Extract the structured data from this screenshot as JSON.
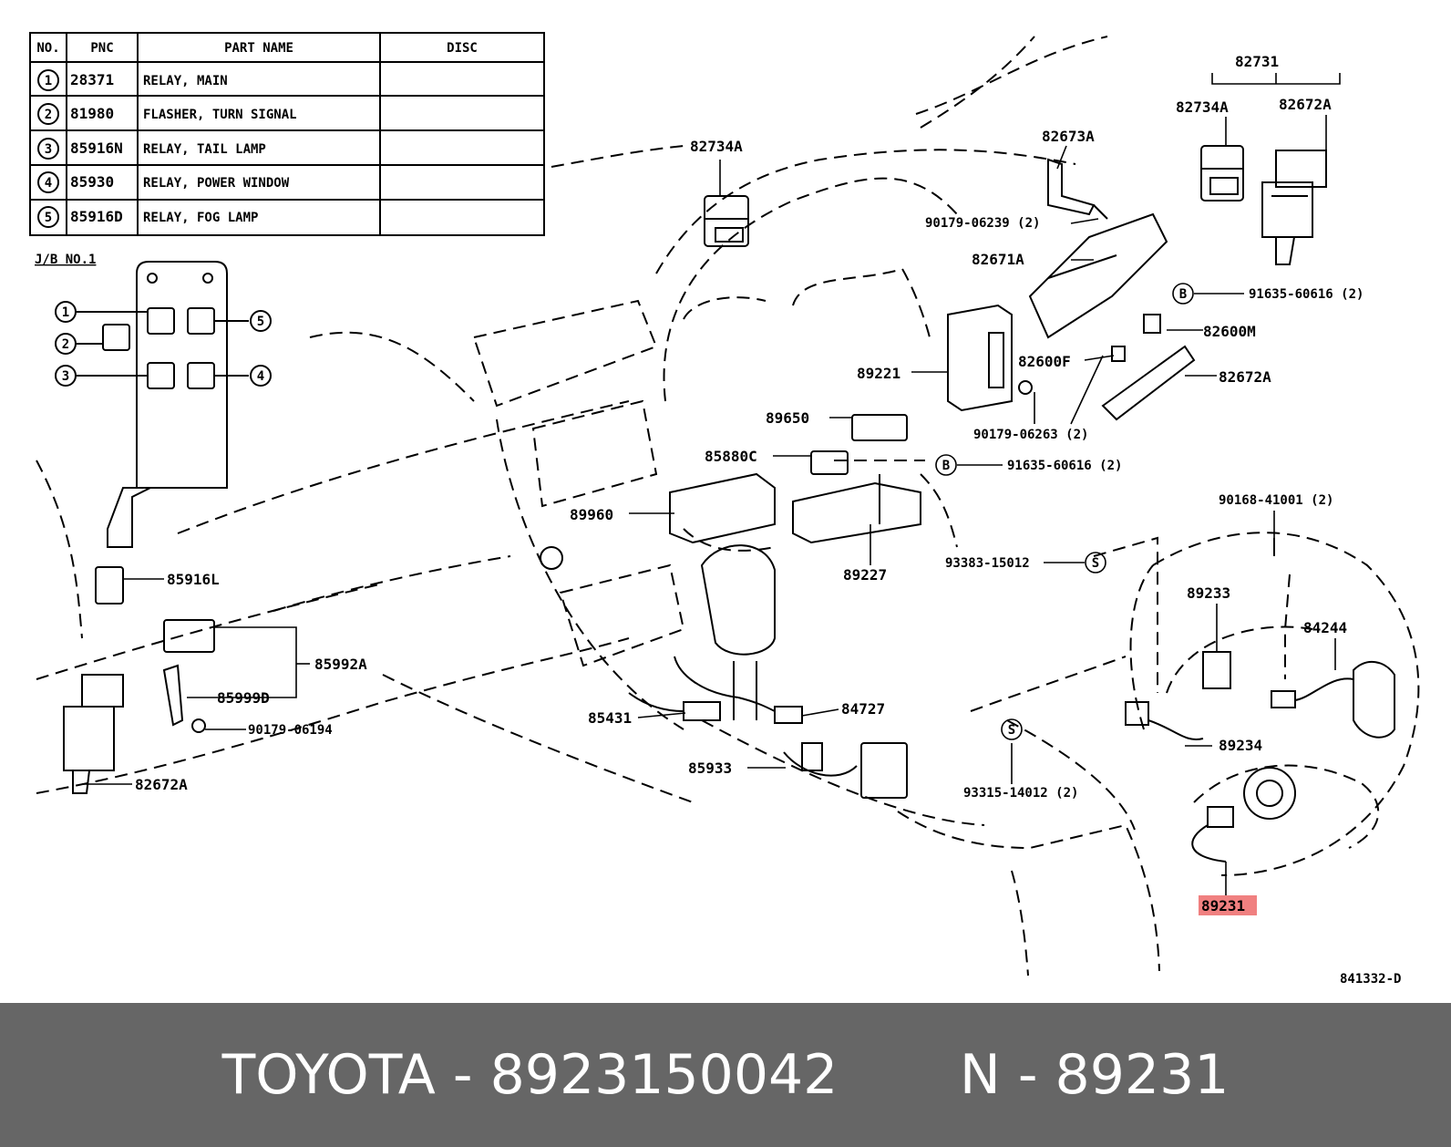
{
  "parts_table": {
    "headers": {
      "no": "NO.",
      "pnc": "PNC",
      "part_name": "PART NAME",
      "disc": "DISC"
    },
    "rows": [
      {
        "no": "1",
        "pnc": "28371",
        "name": "RELAY, MAIN",
        "disc": ""
      },
      {
        "no": "2",
        "pnc": "81980",
        "name": "FLASHER, TURN SIGNAL",
        "disc": ""
      },
      {
        "no": "3",
        "pnc": "85916N",
        "name": "RELAY, TAIL LAMP",
        "disc": ""
      },
      {
        "no": "4",
        "pnc": "85930",
        "name": "RELAY, POWER WINDOW",
        "disc": ""
      },
      {
        "no": "5",
        "pnc": "85916D",
        "name": "RELAY, FOG LAMP",
        "disc": ""
      }
    ]
  },
  "jb_label": "J/B NO.1",
  "jb_numbers": [
    "1",
    "2",
    "3",
    "4",
    "5"
  ],
  "part_labels": {
    "p82731": "82731",
    "p82734A_r": "82734A",
    "p82672A_r": "82672A",
    "p82734A": "82734A",
    "p82673A": "82673A",
    "p90179_06239": "90179-06239 (2)",
    "p82671A": "82671A",
    "p91635_top": "91635-60616 (2)",
    "p82600M": "82600M",
    "p82600F": "82600F",
    "p82672A_m": "82672A",
    "p89221": "89221",
    "p90179_06263": "90179-06263 (2)",
    "p89650": "89650",
    "p85880C": "85880C",
    "p91635_mid": "91635-60616 (2)",
    "p89960": "89960",
    "p89227": "89227",
    "p90168": "90168-41001 (2)",
    "p93383": "93383-15012",
    "p89233": "89233",
    "p84244": "84244",
    "p85916L": "85916L",
    "p85992A": "85992A",
    "p85999D": "85999D",
    "p90179_06194": "90179-06194",
    "p82672A_l": "82672A",
    "p84727": "84727",
    "p85431": "85431",
    "p89234": "89234",
    "p85933": "85933",
    "p93315": "93315-14012 (2)",
    "p89231": "89231",
    "diagram_code": "841332-D"
  },
  "markers": {
    "b": "B",
    "s": "S"
  },
  "highlight_color": "#f08080",
  "footer": {
    "brand": "TOYOTA",
    "part_number": "8923150042",
    "ref": "N - 89231",
    "separator": "-"
  }
}
